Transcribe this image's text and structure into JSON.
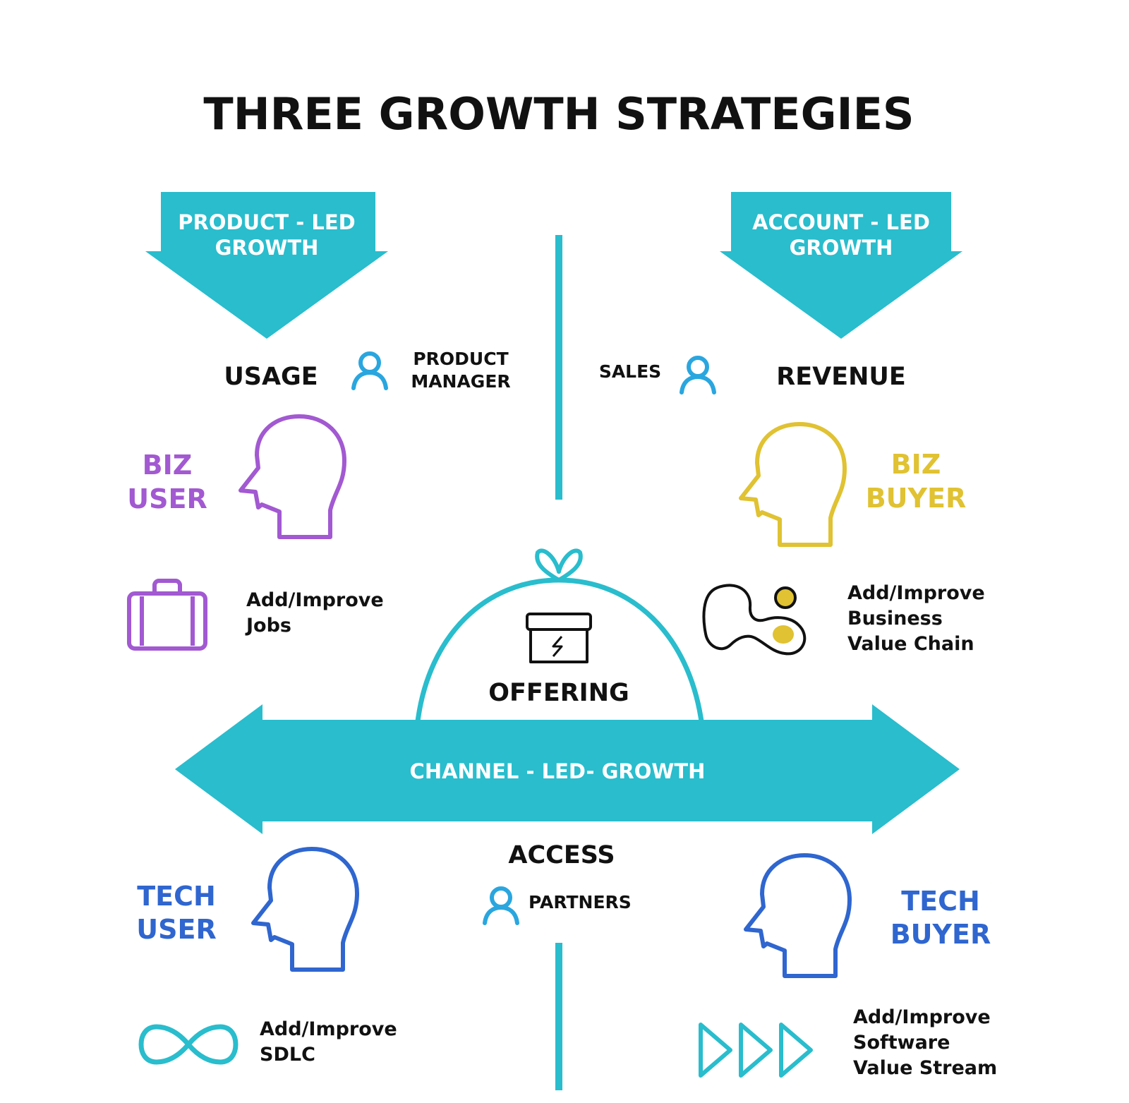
{
  "title": "THREE GROWTH STRATEGIES",
  "colors": {
    "teal": "#29BDCD",
    "purple": "#A259D1",
    "yellow": "#E0C232",
    "blue": "#2F66CF",
    "person_icon": "#2AA6DF",
    "text": "#111111",
    "white": "#FFFFFF"
  },
  "product_led": {
    "line1": "PRODUCT - LED",
    "line2": "GROWTH",
    "metric": "USAGE",
    "role_icon": "person-icon",
    "role_line1": "PRODUCT",
    "role_line2": "MANAGER"
  },
  "account_led": {
    "line1": "ACCOUNT - LED",
    "line2": "GROWTH",
    "metric": "REVENUE",
    "role_icon": "person-icon",
    "role": "SALES"
  },
  "channel_led": {
    "label": "CHANNEL - LED- GROWTH",
    "metric": "ACCESS",
    "role_icon": "person-icon",
    "role": "PARTNERS"
  },
  "offering": {
    "label": "OFFERING",
    "icon": "box-icon"
  },
  "personas": {
    "biz_user": {
      "line1": "BIZ",
      "line2": "USER",
      "head_icon": "head-icon",
      "action_icon": "briefcase-icon",
      "action_line1": "Add/Improve",
      "action_line2": "Jobs"
    },
    "biz_buyer": {
      "line1": "BIZ",
      "line2": "BUYER",
      "head_icon": "head-icon",
      "action_icon": "value-chain-icon",
      "action_line1": "Add/Improve",
      "action_line2": "Business",
      "action_line3": "Value Chain"
    },
    "tech_user": {
      "line1": "TECH",
      "line2": "USER",
      "head_icon": "head-icon",
      "action_icon": "infinity-icon",
      "action_line1": "Add/Improve",
      "action_line2": "SDLC"
    },
    "tech_buyer": {
      "line1": "TECH",
      "line2": "BUYER",
      "head_icon": "head-icon",
      "action_icon": "play-arrows-icon",
      "action_line1": "Add/Improve",
      "action_line2": "Software",
      "action_line3": "Value Stream"
    }
  }
}
